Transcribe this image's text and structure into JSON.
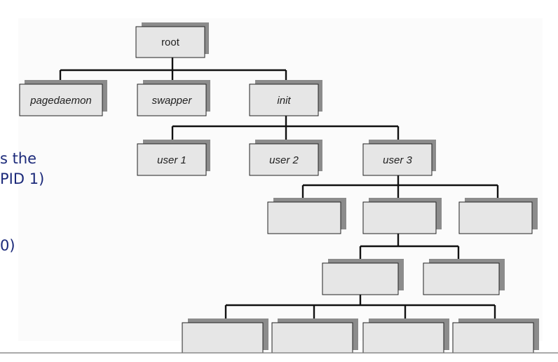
{
  "side_text": {
    "line1": "s the",
    "line2": "PID 1)",
    "line3": "0)"
  },
  "tree": {
    "root": "root",
    "pagedaemon": "pagedaemon",
    "swapper": "swapper",
    "init": "init",
    "user1": "user 1",
    "user2": "user 2",
    "user3": "user 3"
  },
  "colors": {
    "box_fill": "#e6e6e6",
    "box_shadow": "#8c8c8c",
    "line": "#111111",
    "side_text": "#1c2a7a"
  }
}
